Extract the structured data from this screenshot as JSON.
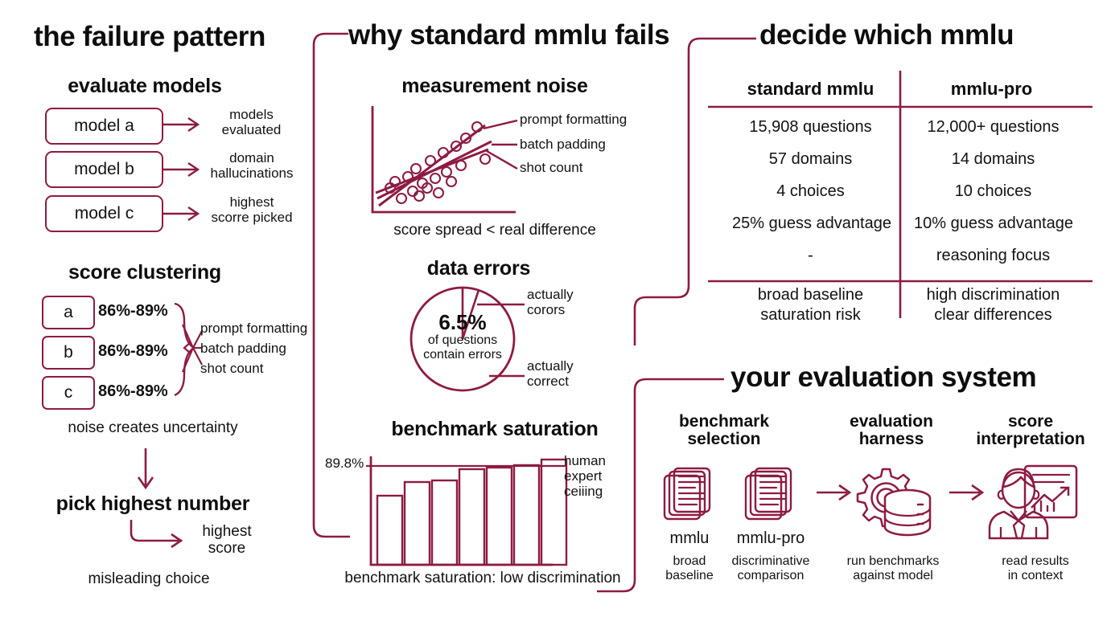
{
  "accent": "#8d1b41",
  "background": "#ffffff",
  "panels": {
    "failure_pattern": {
      "title": "the failure pattern",
      "evaluate_models": {
        "title": "evaluate models",
        "models": [
          {
            "box": "model a",
            "outcome_line1": "models",
            "outcome_line2": "evaluated"
          },
          {
            "box": "model b",
            "outcome_line1": "domain",
            "outcome_line2": "hallucinations"
          },
          {
            "box": "model c",
            "outcome_line1": "highest",
            "outcome_line2": "scorre picked"
          }
        ]
      },
      "score_clustering": {
        "title": "score clustering",
        "rows": [
          {
            "label": "a",
            "range": "86%-89%"
          },
          {
            "label": "b",
            "range": "86%-89%"
          },
          {
            "label": "c",
            "range": "86%-89%"
          }
        ],
        "causes": [
          "prompt formatting",
          "batch padding",
          "shot count"
        ],
        "caption": "noise creates uncertainty"
      },
      "pick_highest": {
        "title": "pick highest number",
        "callout_line1": "highest",
        "callout_line2": "score",
        "caption": "misleading choice"
      }
    },
    "why_fails": {
      "title": "why standard mmlu fails",
      "measurement_noise": {
        "title": "measurement noise",
        "legend": [
          "prompt formatting",
          "batch padding",
          "shot count"
        ],
        "caption": "score spread < real difference"
      },
      "data_errors": {
        "title": "data errors",
        "center_value": "6.5%",
        "center_line2": "of questions",
        "center_line3": "contain errors",
        "label_top_line1": "actually",
        "label_top_line2": "corors",
        "label_bottom_line1": "actually",
        "label_bottom_line2": "correct"
      },
      "benchmark_saturation": {
        "title": "benchmark saturation",
        "ceiling_label": "89.8%",
        "ceiling_note_line1": "human",
        "ceiling_note_line2": "expert",
        "ceiling_note_line3": "ceiiing",
        "caption": "benchmark saturation: low discrimination"
      }
    },
    "decide": {
      "title": "decide which mmlu",
      "columns": [
        "standard mmlu",
        "mmlu-pro"
      ],
      "rows": [
        {
          "standard": "15,908 questions",
          "pro": "12,000+ questions"
        },
        {
          "standard": "57 domains",
          "pro": "14 domains"
        },
        {
          "standard": "4 choices",
          "pro": "10 choices"
        },
        {
          "standard": "25% guess advantage",
          "pro": "10% guess advantage"
        },
        {
          "standard": "-",
          "pro": "reasoning focus"
        }
      ],
      "footer": {
        "standard_line1": "broad baseline",
        "standard_line2": "saturation risk",
        "pro_line1": "high discrimination",
        "pro_line2": "clear differences"
      }
    },
    "evaluation_system": {
      "title": "your evaluation system",
      "stages": [
        {
          "heading_line1": "benchmark",
          "heading_line2": "selection",
          "icons": [
            {
              "name": "mmlu",
              "desc_line1": "broad",
              "desc_line2": "baseline",
              "icon": "document-stack-icon"
            },
            {
              "name": "mmlu-pro",
              "desc_line1": "discriminative",
              "desc_line2": "comparison",
              "icon": "document-stack-icon"
            }
          ]
        },
        {
          "heading_line1": "evaluation",
          "heading_line2": "harness",
          "icon": "gear-database-icon",
          "desc_line1": "run benchmarks",
          "desc_line2": "against model"
        },
        {
          "heading_line1": "score",
          "heading_line2": "interpretation",
          "icon": "analyst-chart-icon",
          "desc_line1": "read results",
          "desc_line2": "in context"
        }
      ]
    }
  },
  "chart_data": [
    {
      "type": "scatter",
      "title": "measurement noise",
      "xlabel": "",
      "ylabel": "",
      "caption": "score spread < real difference",
      "series": [
        {
          "name": "observations",
          "points": [
            [
              0.14,
              0.3
            ],
            [
              0.17,
              0.34
            ],
            [
              0.2,
              0.19
            ],
            [
              0.24,
              0.4
            ],
            [
              0.26,
              0.27
            ],
            [
              0.28,
              0.46
            ],
            [
              0.3,
              0.22
            ],
            [
              0.32,
              0.33
            ],
            [
              0.34,
              0.29
            ],
            [
              0.37,
              0.52
            ],
            [
              0.39,
              0.38
            ],
            [
              0.41,
              0.26
            ],
            [
              0.44,
              0.57
            ],
            [
              0.46,
              0.43
            ],
            [
              0.49,
              0.35
            ],
            [
              0.52,
              0.63
            ],
            [
              0.55,
              0.48
            ],
            [
              0.58,
              0.71
            ],
            [
              0.64,
              0.78
            ],
            [
              0.7,
              0.55
            ]
          ]
        }
      ],
      "trend_lines": [
        {
          "name": "prompt formatting",
          "x0": 0.04,
          "y0": 0.11,
          "x1": 0.8,
          "y1": 0.86
        },
        {
          "name": "batch padding",
          "x0": 0.04,
          "y0": 0.18,
          "x1": 0.86,
          "y1": 0.7
        },
        {
          "name": "shot count",
          "x0": 0.04,
          "y0": 0.23,
          "x1": 0.82,
          "y1": 0.6
        }
      ],
      "legend": [
        "prompt formatting",
        "batch padding",
        "shot count"
      ],
      "legend_position": "right"
    },
    {
      "type": "pie",
      "title": "data errors",
      "center_label": "6.5%",
      "slices": [
        {
          "name": "actually corors",
          "value": 6.5
        },
        {
          "name": "actually correct",
          "value": 93.5
        }
      ],
      "annotations": [
        "actually corors",
        "actually correct"
      ]
    },
    {
      "type": "bar",
      "title": "benchmark saturation",
      "categories": [
        "1",
        "2",
        "3",
        "4",
        "5",
        "6",
        "7"
      ],
      "values": [
        68.5,
        82.5,
        84.0,
        94.5,
        96.0,
        98.0,
        104.0
      ],
      "ylim": [
        0,
        112
      ],
      "reference_line": {
        "label": "89.8%",
        "value": 100.0,
        "note": "human expert ceiiing"
      },
      "xlabel": "",
      "ylabel": "",
      "grid": false,
      "caption": "benchmark saturation: low discrimination"
    }
  ]
}
